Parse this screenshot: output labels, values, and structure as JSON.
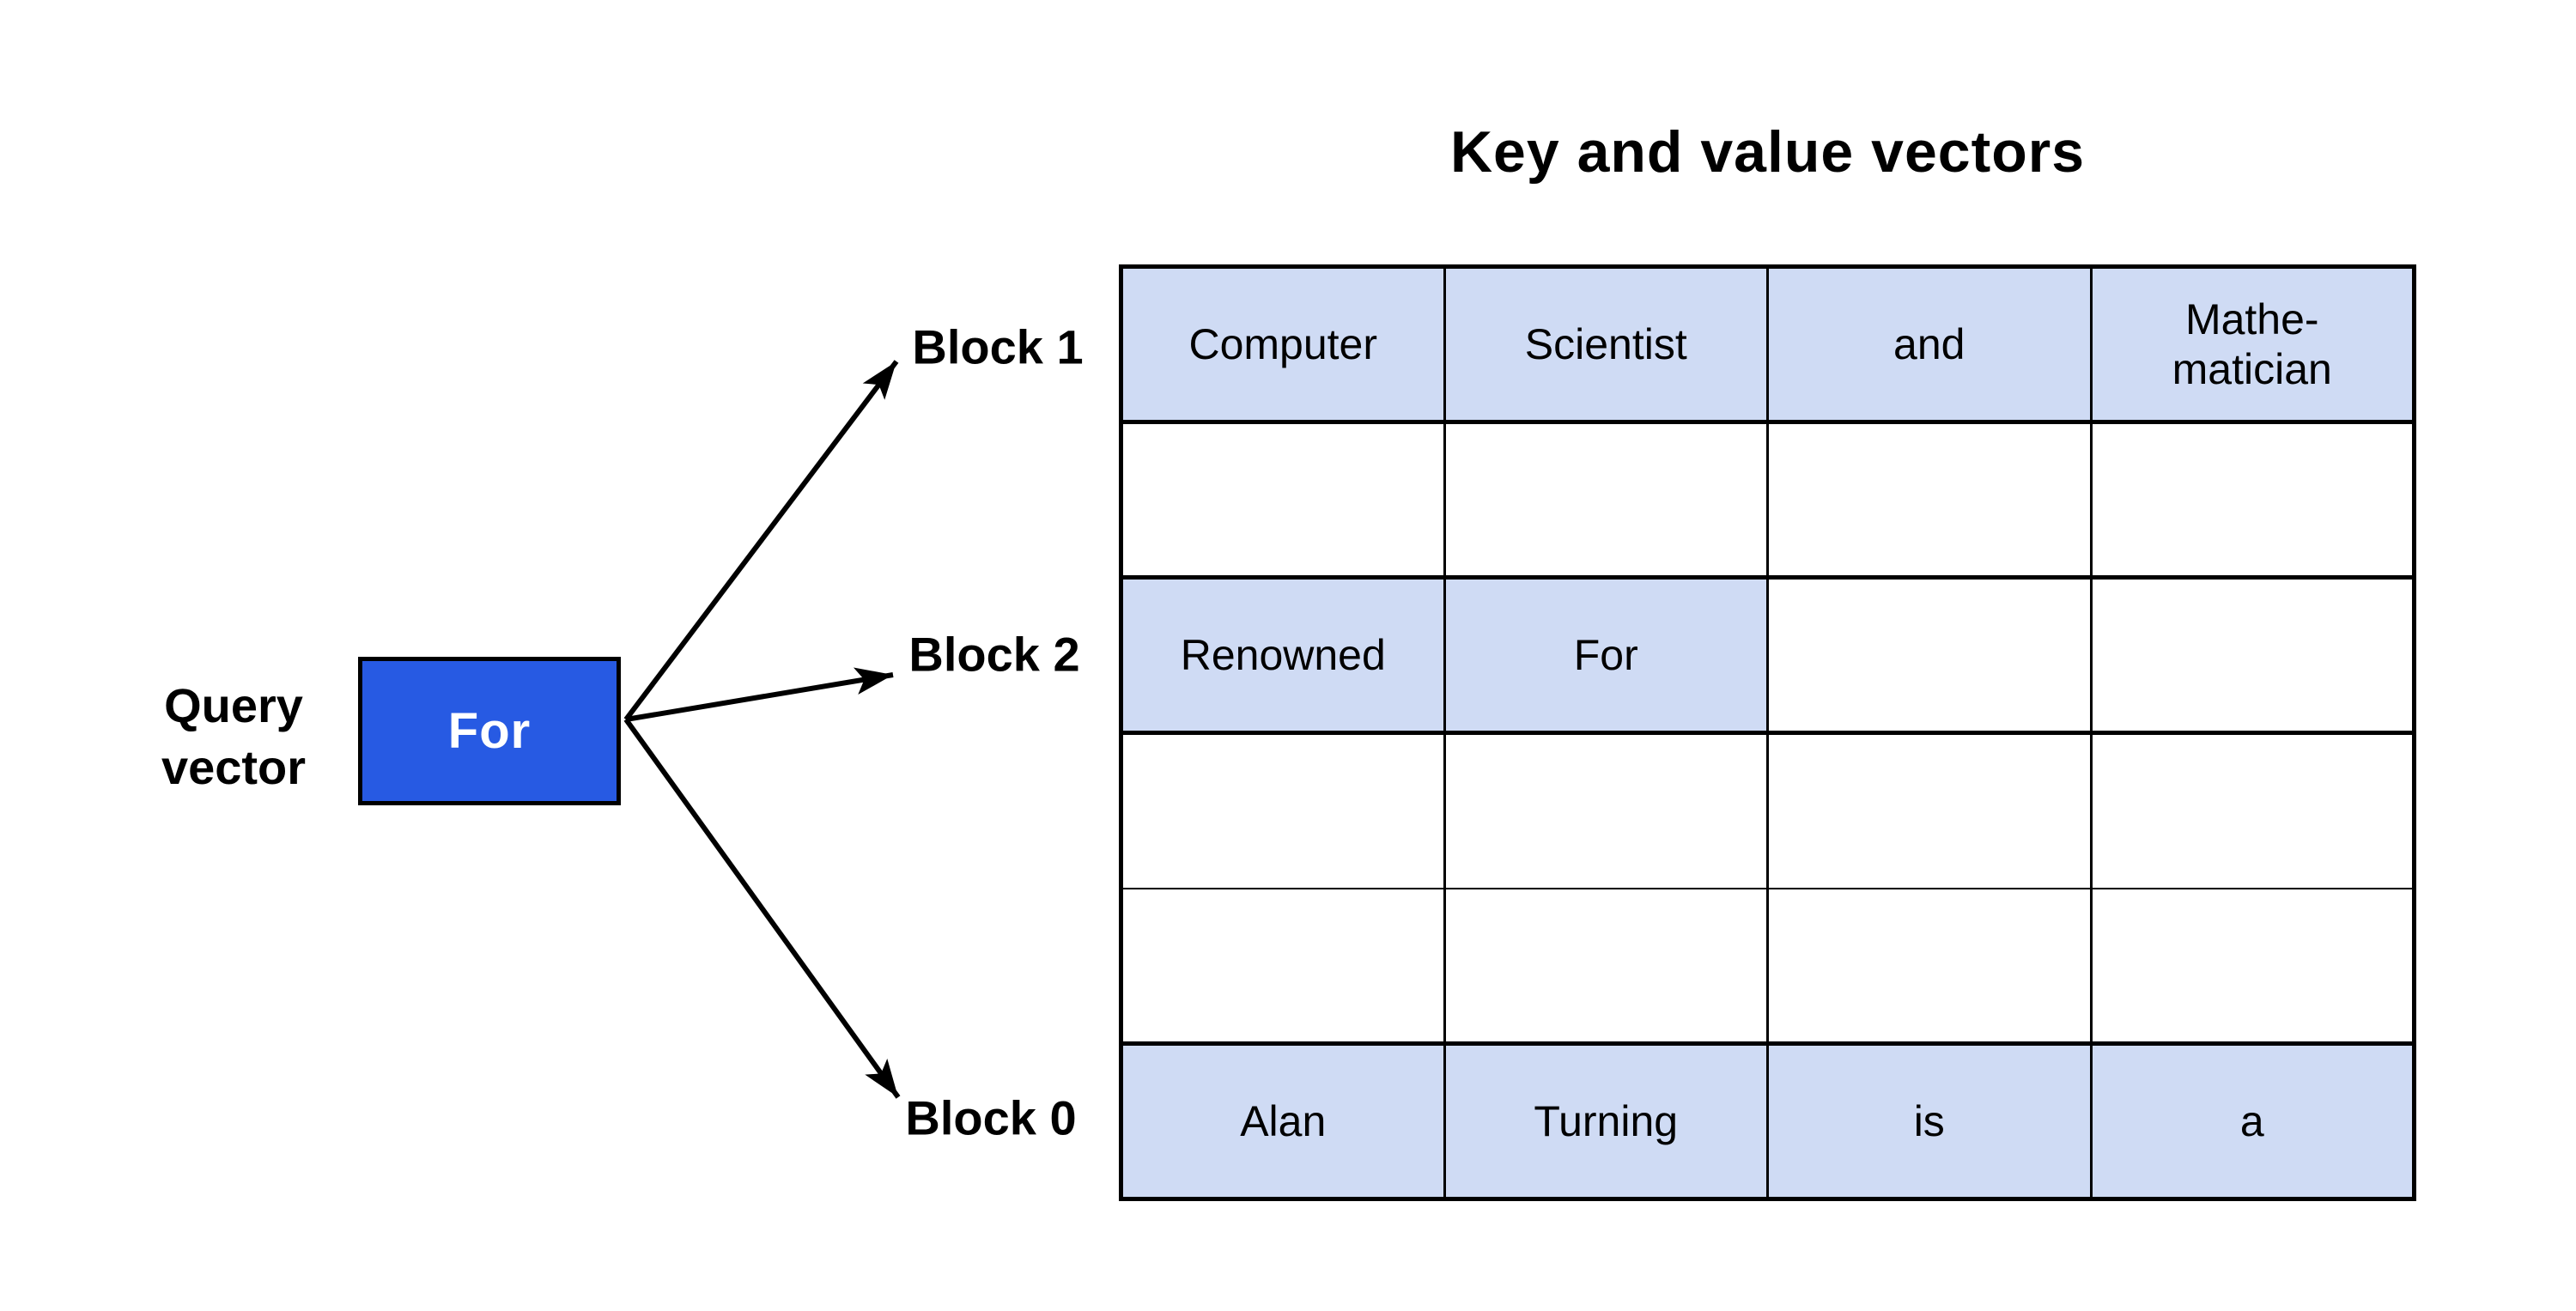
{
  "title": "Key and value vectors",
  "query_vector": {
    "label": "Query\nvector",
    "box_text": "For"
  },
  "blocks": [
    {
      "label": "Block 1"
    },
    {
      "label": "Block 2"
    },
    {
      "label": "Block 0"
    }
  ],
  "table": {
    "rows": [
      {
        "cells": [
          "Computer",
          "Scientist",
          "and",
          "Mathe-\nmatician"
        ]
      },
      {
        "cells": [
          "",
          "",
          "",
          ""
        ]
      },
      {
        "cells": [
          "Renowned",
          "For",
          "",
          ""
        ]
      },
      {
        "cells": [
          "",
          "",
          "",
          ""
        ]
      },
      {
        "cells": [
          "",
          "",
          "",
          ""
        ]
      },
      {
        "cells": [
          "Alan",
          "Turning",
          "is",
          "a"
        ]
      }
    ]
  },
  "colors": {
    "query_box_fill": "#275ae3",
    "highlight_cell_fill": "#cfdbf4",
    "line": "#000000",
    "background": "#ffffff"
  }
}
